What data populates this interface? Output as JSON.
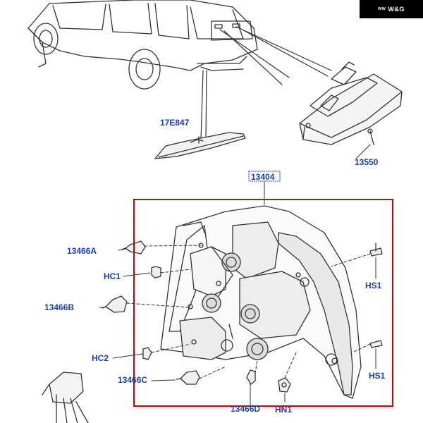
{
  "brand": {
    "mark": "ᵂᵂ",
    "text": "W&G"
  },
  "labels": {
    "lamp_housing": "13404",
    "reflector": "17E847",
    "number_plate_lamp": "13550",
    "bulb_a": "13466A",
    "bulb_b": "13466B",
    "bulb_c": "13466C",
    "bulb_d": "13466D",
    "holder_1": "HC1",
    "holder_2": "HC2",
    "screw_1": "HS1",
    "screw_2": "HS1",
    "nut": "HN1"
  },
  "colors": {
    "label": "#1a3fb0",
    "frame": "#d10000",
    "line": "#333333"
  }
}
